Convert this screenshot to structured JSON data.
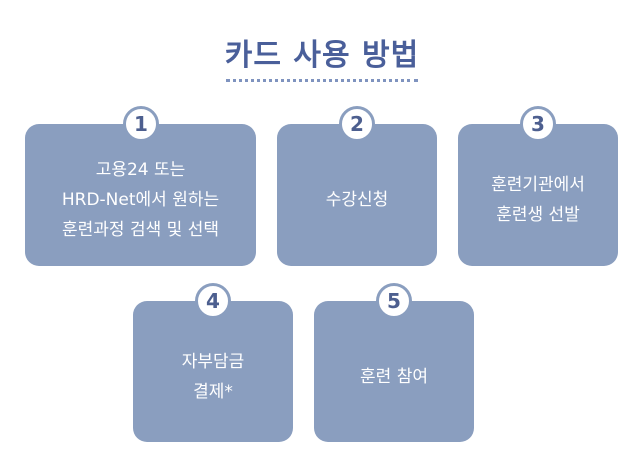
{
  "title": "카드 사용 방법",
  "steps": [
    {
      "number": "1",
      "label": "고용24 또는\nHRD-Net에서 원하는\n훈련과정 검색 및 선택"
    },
    {
      "number": "2",
      "label": "수강신청"
    },
    {
      "number": "3",
      "label": "훈련기관에서\n훈련생 선발"
    },
    {
      "number": "4",
      "label": "자부담금\n결제*"
    },
    {
      "number": "5",
      "label": "훈련 참여"
    }
  ],
  "colors": {
    "title": "#4a5f9a",
    "card": "#8a9ebf",
    "badge_text": "#4d5f8f",
    "divider": "#7f93bf"
  }
}
